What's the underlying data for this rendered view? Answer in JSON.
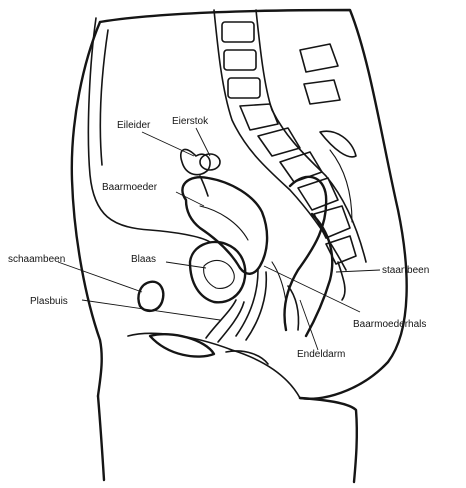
{
  "diagram": {
    "labels": {
      "eileider": "Eileider",
      "eierstok": "Eierstok",
      "baarmoeder": "Baarmoeder",
      "schaambeen": "schaambeen",
      "blaas": "Blaas",
      "plasbuis": "Plasbuis",
      "staartbeen": "staartbeen",
      "baarmoederhals": "Baarmoederhals",
      "endeldarm": "Endeldarm"
    },
    "colors": {
      "ink": "#151515",
      "paper": "#ffffff"
    }
  }
}
